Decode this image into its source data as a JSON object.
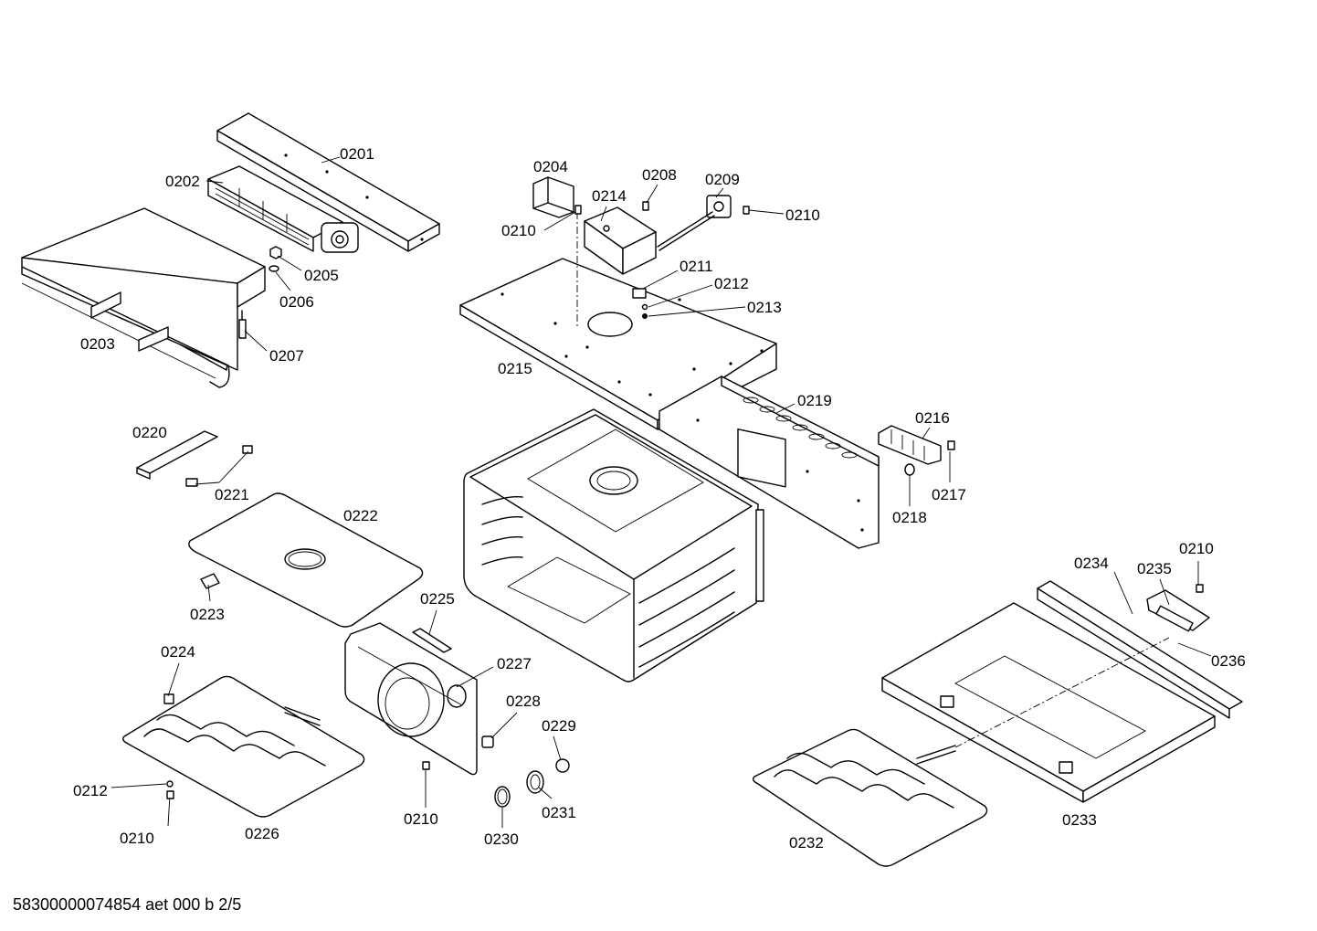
{
  "document_reference": "58300000074854 aet 000 b 2/5",
  "callouts": {
    "c0201": "0201",
    "c0202": "0202",
    "c0203": "0203",
    "c0204": "0204",
    "c0205": "0205",
    "c0206": "0206",
    "c0207": "0207",
    "c0208": "0208",
    "c0209": "0209",
    "c0210a": "0210",
    "c0210b": "0210",
    "c0210c": "0210",
    "c0210d": "0210",
    "c0210e": "0210",
    "c0211": "0211",
    "c0212a": "0212",
    "c0212b": "0212",
    "c0213": "0213",
    "c0214": "0214",
    "c0215": "0215",
    "c0216": "0216",
    "c0217": "0217",
    "c0218": "0218",
    "c0219": "0219",
    "c0220": "0220",
    "c0221": "0221",
    "c0222": "0222",
    "c0223": "0223",
    "c0224": "0224",
    "c0225": "0225",
    "c0226": "0226",
    "c0227": "0227",
    "c0228": "0228",
    "c0229": "0229",
    "c0230": "0230",
    "c0231": "0231",
    "c0232": "0232",
    "c0233": "0233",
    "c0234": "0234",
    "c0235": "0235",
    "c0236": "0236"
  }
}
